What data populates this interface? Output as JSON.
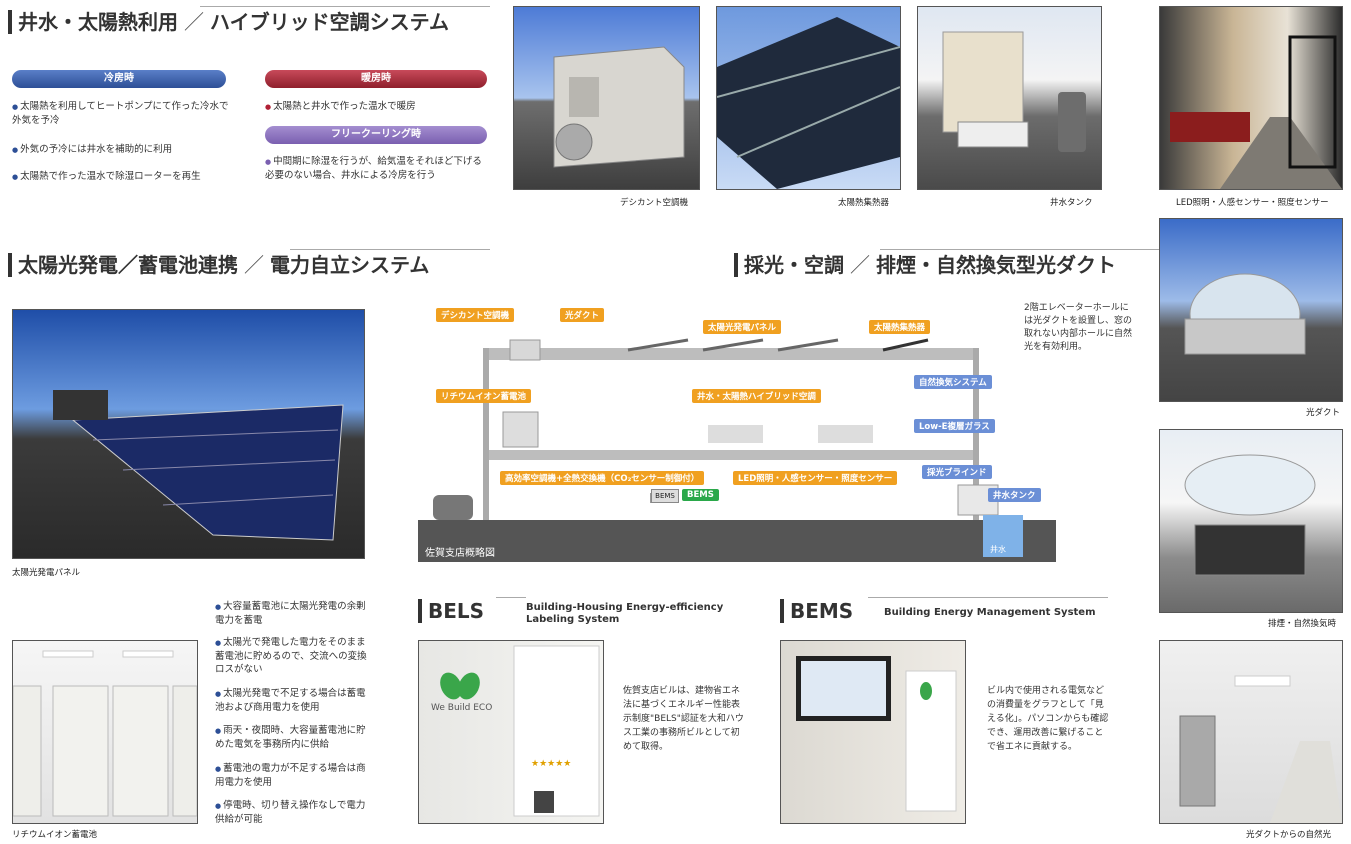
{
  "hybrid": {
    "title_a": "井水・太陽熱利用",
    "title_b": "ハイブリッド空調システム",
    "cooling_label": "冷房時",
    "heating_label": "暖房時",
    "freecool_label": "フリークーリング時",
    "cooling_bullets": [
      "太陽熱を利用してヒートポンプにて作った冷水で外気を予冷",
      "外気の予冷には井水を補助的に利用",
      "太陽熱で作った温水で除湿ローターを再生"
    ],
    "heating_bullet": "太陽熱と井水で作った温水で暖房",
    "freecool_bullet": "中間期に除湿を行うが、給気温をそれほど下げる必要のない場合、井水による冷房を行う"
  },
  "photos_top": {
    "desiccant": "デシカント空調機",
    "solar_collector": "太陽熱集熱器",
    "well_tank": "井水タンク",
    "led": "LED照明・人感センサー・照度センサー"
  },
  "solar": {
    "title_a": "太陽光発電／蓄電池連携",
    "title_b": "電力自立システム",
    "panel_caption": "太陽光発電パネル",
    "battery_caption": "リチウムイオン蓄電池",
    "bullets": [
      "大容量蓄電池に太陽光発電の余剰電力を蓄電",
      "太陽光で発電した電力をそのまま蓄電池に貯めるので、交流への変換ロスがない",
      "太陽光発電で不足する場合は蓄電池および商用電力を使用",
      "雨天・夜間時、大容量蓄電池に貯めた電気を事務所内に供給",
      "蓄電池の電力が不足する場合は商用電力を使用",
      "停電時、切り替え操作なしで電力供給が可能"
    ]
  },
  "daylight": {
    "title_a": "採光・空調",
    "title_b": "排煙・自然換気型光ダクト",
    "desc": "2階エレベーターホールには光ダクトを設置し、窓の取れない内部ホールに自然光を有効利用。",
    "cap1": "光ダクト",
    "cap2": "排煙・自然換気時",
    "cap3": "光ダクトからの自然光"
  },
  "diagram": {
    "tags": [
      "デシカント空調機",
      "光ダクト",
      "太陽光発電パネル",
      "太陽熱集熱器",
      "リチウムイオン蓄電池",
      "井水・太陽熱ハイブリッド空調",
      "自然換気システム",
      "Low-E複層ガラス",
      "高効率空調機+全熱交換機（CO₂センサー制御付）",
      "LED照明・人感センサー・照度センサー",
      "採光ブラインド",
      "井水タンク",
      "BEMS"
    ],
    "ground_label": "佐賀支店概略図",
    "well_label": "井水",
    "bems_box": "BEMS"
  },
  "bels": {
    "title": "BELS",
    "subtitle_1": "Building-Housing Energy-efficiency",
    "subtitle_2": "Labeling System",
    "desc": "佐賀支店ビルは、建物省エネ法に基づくエネルギー性能表示制度\"BELS\"認証を大和ハウス工業の事務所ビルとして初めて取得。",
    "logo_text": "We Build ECO",
    "stars": "★★★★★"
  },
  "bems": {
    "title": "BEMS",
    "subtitle": "Building Energy Management System",
    "desc": "ビル内で使用される電気などの消費量をグラフとして「見える化」。パソコンからも確認でき、運用改善に繋げることで省エネに貢献する。"
  }
}
